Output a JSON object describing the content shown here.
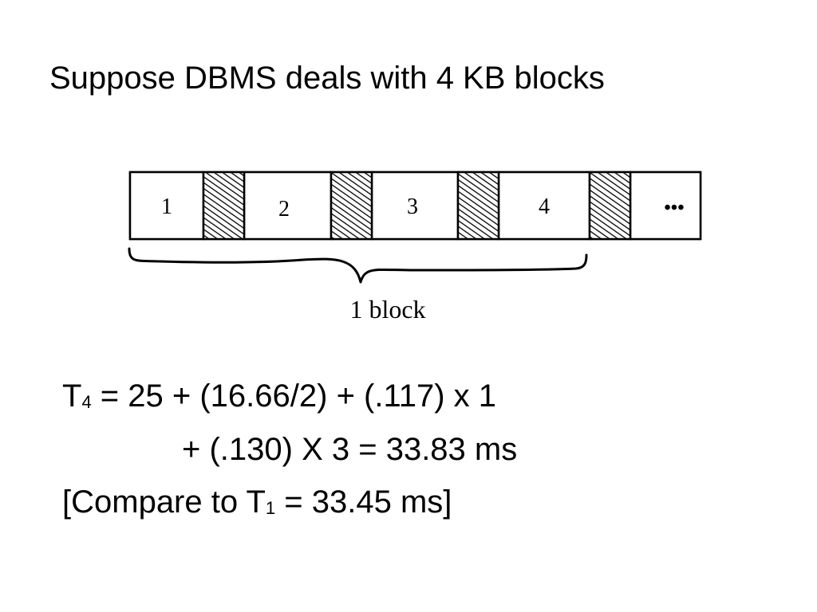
{
  "title": "Suppose DBMS deals with 4 KB blocks",
  "diagram": {
    "records": [
      "1",
      "2",
      "3",
      "4"
    ],
    "ellipsis": "•••",
    "brace_label": "1 block",
    "gap_fill_color": "#000000",
    "cell_border_color": "#000000"
  },
  "formulas": {
    "line1": {
      "symbol": "T",
      "subscript": "4",
      "rest": " = 25 + (16.66/2) + (.117) x 1"
    },
    "line2": {
      "text": "+ (.130) X 3 = 33.83 ms"
    },
    "line3": {
      "prefix": "[Compare to T",
      "subscript": "1",
      "rest": " = 33.45 ms]"
    }
  }
}
